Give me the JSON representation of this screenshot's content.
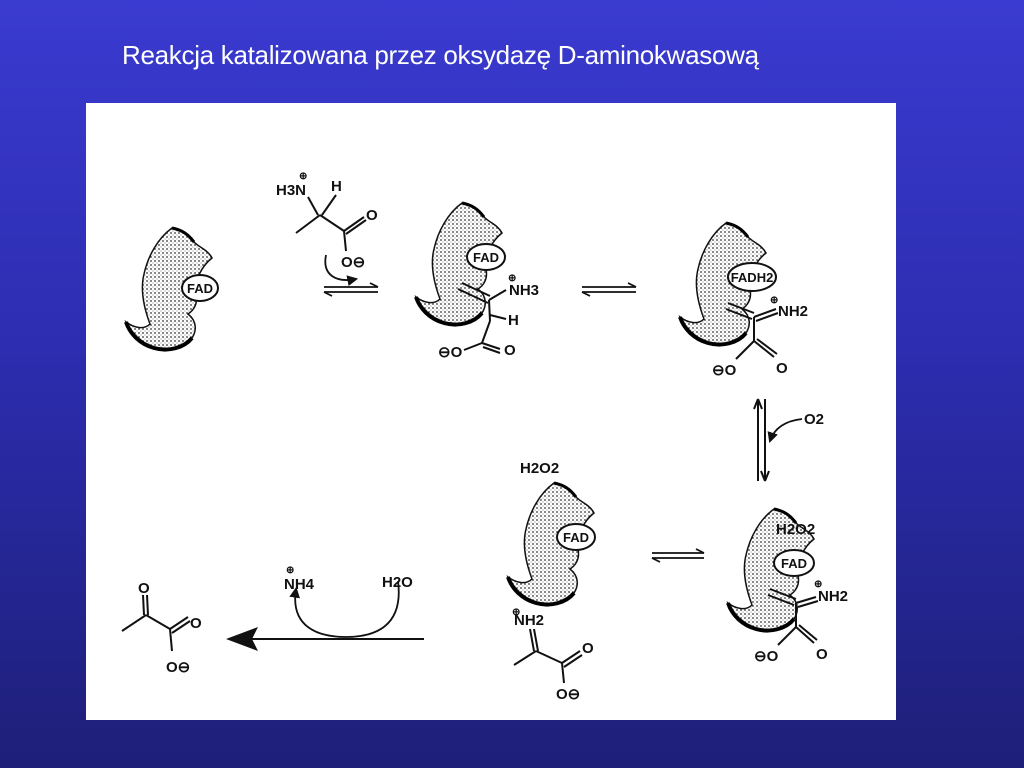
{
  "title": "Reakcja katalizowana przez oksydazę D-aminokwasową",
  "labels": {
    "fad": "FAD",
    "fadh2": "FADH2",
    "nh3_left": "H3N",
    "h": "H",
    "nh3": "NH3",
    "nh2": "NH2",
    "o": "O",
    "o_minus": "O⊖",
    "minus_o": "⊖O",
    "o2": "O2",
    "h2o2": "H2O2",
    "nh4": "NH4",
    "h2o": "H2O",
    "plus": "⊕"
  },
  "icons": {
    "enzyme": "enzyme-pocket-icon",
    "equilibrium": "equilibrium-arrows-icon",
    "curved": "curved-arrow-icon"
  }
}
